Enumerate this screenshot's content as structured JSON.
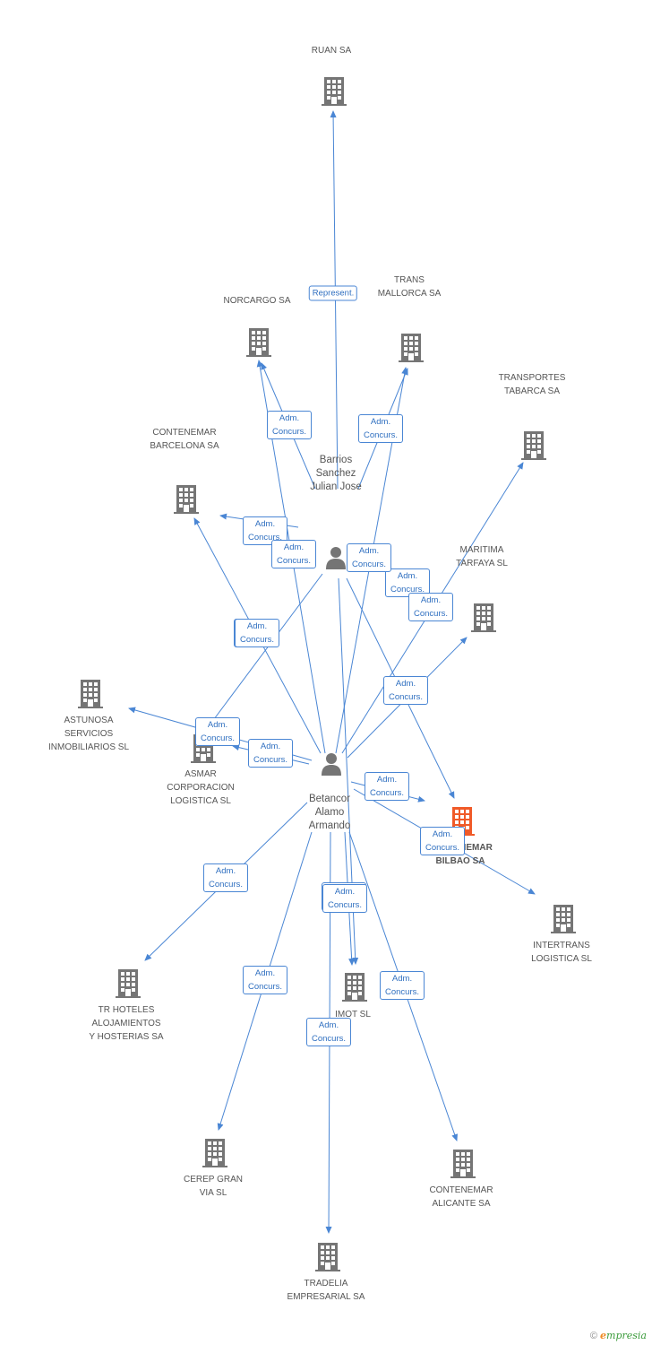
{
  "colors": {
    "edge": "#4a86d4",
    "company": "#757575",
    "focus_company": "#f05a28",
    "person": "#757575"
  },
  "people": [
    {
      "id": "barrios",
      "lines": [
        "Barrios",
        "Sanchez",
        "Julian Jose"
      ],
      "icon": "person-icon"
    },
    {
      "id": "betancor",
      "lines": [
        "Betancor",
        "Alamo",
        "Armando"
      ],
      "icon": "person-icon"
    }
  ],
  "companies": [
    {
      "id": "ruan",
      "lines": [
        "RUAN SA"
      ],
      "icon": "building-icon"
    },
    {
      "id": "norcargo",
      "lines": [
        "NORCARGO SA"
      ],
      "icon": "building-icon"
    },
    {
      "id": "trans_mallorca",
      "lines": [
        "TRANS",
        "MALLORCA SA"
      ],
      "icon": "building-icon"
    },
    {
      "id": "transportes_tabarca",
      "lines": [
        "TRANSPORTES",
        "TABARCA SA"
      ],
      "icon": "building-icon"
    },
    {
      "id": "contenemar_barcelona",
      "lines": [
        "CONTENEMAR",
        "BARCELONA SA"
      ],
      "icon": "building-icon"
    },
    {
      "id": "maritima_tarfaya",
      "lines": [
        "MARITIMA",
        "TARFAYA SL"
      ],
      "icon": "building-icon"
    },
    {
      "id": "astunosa",
      "lines": [
        "ASTUNOSA",
        "SERVICIOS",
        "INMOBILIARIOS SL"
      ],
      "icon": "building-icon"
    },
    {
      "id": "asmar",
      "lines": [
        "ASMAR",
        "CORPORACION",
        "LOGISTICA SL"
      ],
      "icon": "building-icon"
    },
    {
      "id": "contenemar_bilbao",
      "lines": [
        "CONTENEMAR",
        "BILBAO SA"
      ],
      "icon": "building-icon",
      "focus": true
    },
    {
      "id": "intertrans",
      "lines": [
        "INTERTRANS",
        "LOGISTICA SL"
      ],
      "icon": "building-icon"
    },
    {
      "id": "tr_hoteles",
      "lines": [
        "TR HOTELES",
        "ALOJAMIENTOS",
        "Y HOSTERIAS SA"
      ],
      "icon": "building-icon"
    },
    {
      "id": "imot",
      "lines": [
        "IMOT SL"
      ],
      "icon": "building-icon"
    },
    {
      "id": "cerep",
      "lines": [
        "CEREP GRAN",
        "VIA SL"
      ],
      "icon": "building-icon"
    },
    {
      "id": "contenemar_alicante",
      "lines": [
        "CONTENEMAR",
        "ALICANTE SA"
      ],
      "icon": "building-icon"
    },
    {
      "id": "tradelia",
      "lines": [
        "TRADELIA",
        "EMPRESARIAL SA"
      ],
      "icon": "building-icon"
    }
  ],
  "relations": [
    {
      "from": "barrios",
      "to": "ruan",
      "label": [
        "Represent."
      ]
    },
    {
      "from": "barrios",
      "to": "norcargo",
      "label": [
        "Adm.",
        "Concurs."
      ]
    },
    {
      "from": "barrios",
      "to": "trans_mallorca",
      "label": [
        "Adm.",
        "Concurs."
      ]
    },
    {
      "from": "barrios",
      "to": "contenemar_barcelona",
      "label": [
        "Adm.",
        "Concurs."
      ]
    },
    {
      "from": "barrios",
      "to": "asmar",
      "label": [
        "Adm.",
        "Concurs."
      ]
    },
    {
      "from": "barrios",
      "to": "contenemar_bilbao",
      "label": [
        "Adm.",
        "Concurs."
      ]
    },
    {
      "from": "barrios",
      "to": "imot",
      "label": [
        "Adm.",
        "Concurs."
      ]
    },
    {
      "from": "betancor",
      "to": "norcargo",
      "label": [
        "Adm.",
        "Concurs."
      ]
    },
    {
      "from": "betancor",
      "to": "trans_mallorca",
      "label": [
        "Adm.",
        "Concurs."
      ]
    },
    {
      "from": "betancor",
      "to": "transportes_tabarca",
      "label": [
        "Adm.",
        "Concurs."
      ]
    },
    {
      "from": "betancor",
      "to": "contenemar_barcelona",
      "label": [
        "Adm.",
        "Concurs."
      ]
    },
    {
      "from": "betancor",
      "to": "maritima_tarfaya",
      "label": [
        "Adm.",
        "Concurs."
      ]
    },
    {
      "from": "betancor",
      "to": "astunosa",
      "label": [
        "Adm.",
        "Concurs."
      ]
    },
    {
      "from": "betancor",
      "to": "asmar",
      "label": [
        "Adm.",
        "Concurs."
      ]
    },
    {
      "from": "betancor",
      "to": "contenemar_bilbao",
      "label": [
        "Adm.",
        "Concurs."
      ]
    },
    {
      "from": "betancor",
      "to": "intertrans",
      "label": [
        "Adm.",
        "Concurs."
      ]
    },
    {
      "from": "betancor",
      "to": "tr_hoteles",
      "label": [
        "Adm.",
        "Concurs."
      ]
    },
    {
      "from": "betancor",
      "to": "imot",
      "label": [
        "Adm.",
        "Concurs."
      ]
    },
    {
      "from": "betancor",
      "to": "cerep",
      "label": [
        "Adm.",
        "Concurs."
      ]
    },
    {
      "from": "betancor",
      "to": "contenemar_alicante",
      "label": [
        "Adm.",
        "Concurs."
      ]
    },
    {
      "from": "betancor",
      "to": "tradelia",
      "label": [
        "Adm.",
        "Concurs."
      ]
    }
  ],
  "footer": {
    "copyright": "©",
    "brand_initial": "e",
    "brand_rest": "mpresia"
  }
}
